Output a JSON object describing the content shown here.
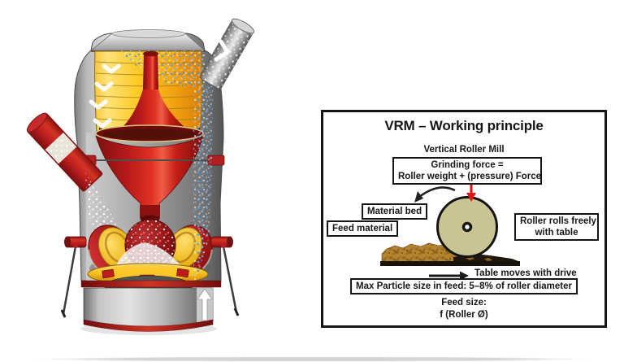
{
  "page": {
    "background": "#ffffff"
  },
  "panel": {
    "title": "VRM – Working principle",
    "subtitle": "Vertical Roller Mill",
    "grinding_force": {
      "line1": "Grinding force =",
      "line2": "Roller weight + (pressure) Force"
    },
    "labels": {
      "material_bed": "Material bed",
      "feed_material": "Feed material",
      "roller_rolls_line1": "Roller rolls freely",
      "roller_rolls_line2": "with table",
      "table_moves": "Table moves with drive",
      "max_particle": "Max Particle size in feed: 5–8% of roller diameter",
      "feed_size": "Feed size:",
      "feed_size_formula": "f (Roller Ø)"
    },
    "colors": {
      "outline": "#161616",
      "roller_fill": "#c9c593",
      "force_arrow_red": "#e01212",
      "bed_brown": "#b5832e",
      "bed_dark": "#5a3c12",
      "table_strip": "#17130a"
    }
  },
  "illustration": {
    "subject": "vertical-roller-mill-cutaway",
    "colors": {
      "casing_gray": "#a8a8a8",
      "classifier_yellow": "#fbc92a",
      "cone_red": "#d22a1c",
      "air_stream_blue": "#5b9bd5",
      "ground_material_white": "#ffffff",
      "trim_red": "#b02020"
    }
  }
}
